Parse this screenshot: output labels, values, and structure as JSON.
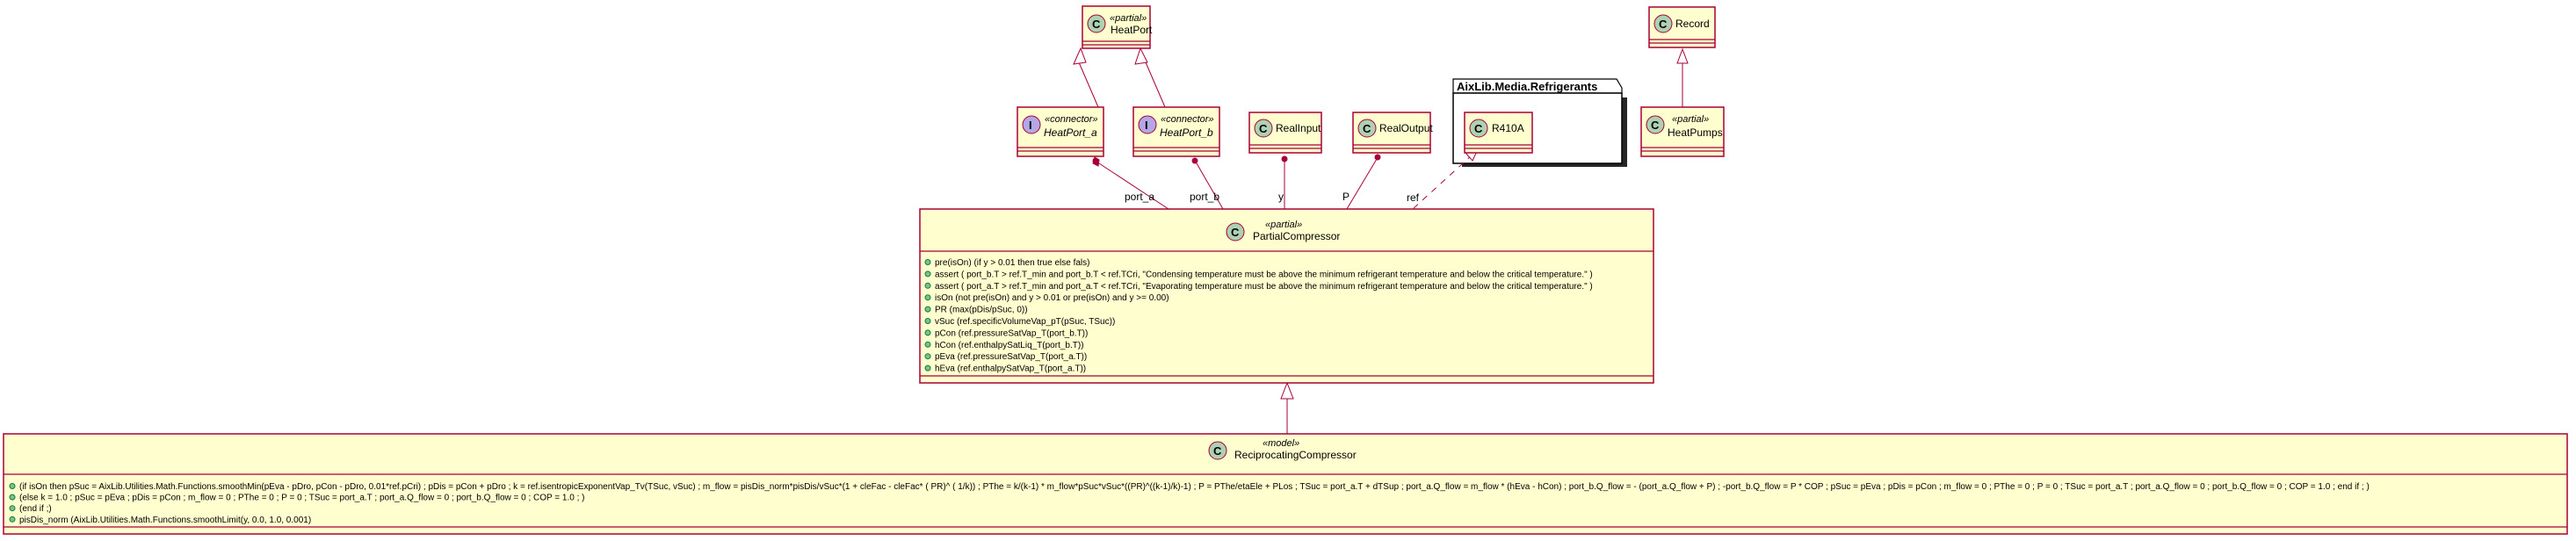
{
  "package": {
    "title": "AixLib.Media.Refrigerants"
  },
  "classes": {
    "heatport": {
      "name": "HeatPort",
      "stereotype": "«partial»",
      "letter": "C"
    },
    "heatport_a": {
      "name": "HeatPort_a",
      "stereotype": "«connector»",
      "letter": "I"
    },
    "heatport_b": {
      "name": "HeatPort_b",
      "stereotype": "«connector»",
      "letter": "I"
    },
    "realinput": {
      "name": "RealInput",
      "letter": "C"
    },
    "realoutput": {
      "name": "RealOutput",
      "letter": "C"
    },
    "r410a": {
      "name": "R410A",
      "letter": "C"
    },
    "record": {
      "name": "Record",
      "letter": "C"
    },
    "heatpumps": {
      "name": "HeatPumps",
      "stereotype": "«partial»",
      "letter": "C"
    },
    "partial_compressor": {
      "name": "PartialCompressor",
      "stereotype": "«partial»",
      "letter": "C",
      "attributes": [
        "pre(isOn) (if y > 0.01 then true else fals)",
        "assert ( port_b.T > ref.T_min and port_b.T < ref.TCri, \"Condensing temperature must be above the minimum refrigerant temperature and below the critical temperature.\" )",
        "assert ( port_a.T > ref.T_min and port_a.T < ref.TCri, \"Evaporating temperature must be above the minimum refrigerant temperature and below the critical temperature.\" )",
        "isOn (not pre(isOn) and y > 0.01 or pre(isOn) and y >= 0.00)",
        "PR (max(pDis/pSuc, 0))",
        "vSuc (ref.specificVolumeVap_pT(pSuc, TSuc))",
        "pCon (ref.pressureSatVap_T(port_b.T))",
        "hCon (ref.enthalpySatLiq_T(port_b.T))",
        "pEva (ref.pressureSatVap_T(port_a.T))",
        "hEva (ref.enthalpySatVap_T(port_a.T))"
      ]
    },
    "reciprocating_compressor": {
      "name": "ReciprocatingCompressor",
      "stereotype": "«model»",
      "letter": "C",
      "attributes": [
        "(if isOn then pSuc = AixLib.Utilities.Math.Functions.smoothMin(pEva - pDro, pCon - pDro, 0.01*ref.pCri) ; pDis = pCon + pDro ; k = ref.isentropicExponentVap_Tv(TSuc, vSuc) ; m_flow = pisDis_norm*pisDis/vSuc*(1 + cleFac - cleFac* ( PR)^ ( 1/k)) ; PThe = k/(k-1) * m_flow*pSuc*vSuc*((PR)^((k-1)/k)-1) ; P = PThe/etaEle + PLos ; TSuc = port_a.T + dTSup ; port_a.Q_flow = m_flow * (hEva - hCon) ; port_b.Q_flow = - (port_a.Q_flow + P) ; -port_b.Q_flow = P * COP ; pSuc = pEva ; pDis = pCon ; m_flow = 0 ; PThe = 0 ; P = 0 ; TSuc = port_a.T ; port_a.Q_flow = 0 ; port_b.Q_flow = 0 ; COP = 1.0 ; end if ; )",
        "(else k = 1.0 ; pSuc = pEva ; pDis = pCon ; m_flow = 0 ; PThe = 0 ; P = 0 ; TSuc = port_a.T ; port_a.Q_flow = 0 ; port_b.Q_flow = 0 ; COP = 1.0 ; )",
        "(end if ;)",
        "pisDis_norm (AixLib.Utilities.Math.Functions.smoothLimit(y, 0.0, 1.0, 0.001)"
      ]
    }
  },
  "edge_labels": {
    "port_a_left": "port_a",
    "port_b": "port_b",
    "y": "y",
    "P": "P",
    "ref": "ref"
  }
}
